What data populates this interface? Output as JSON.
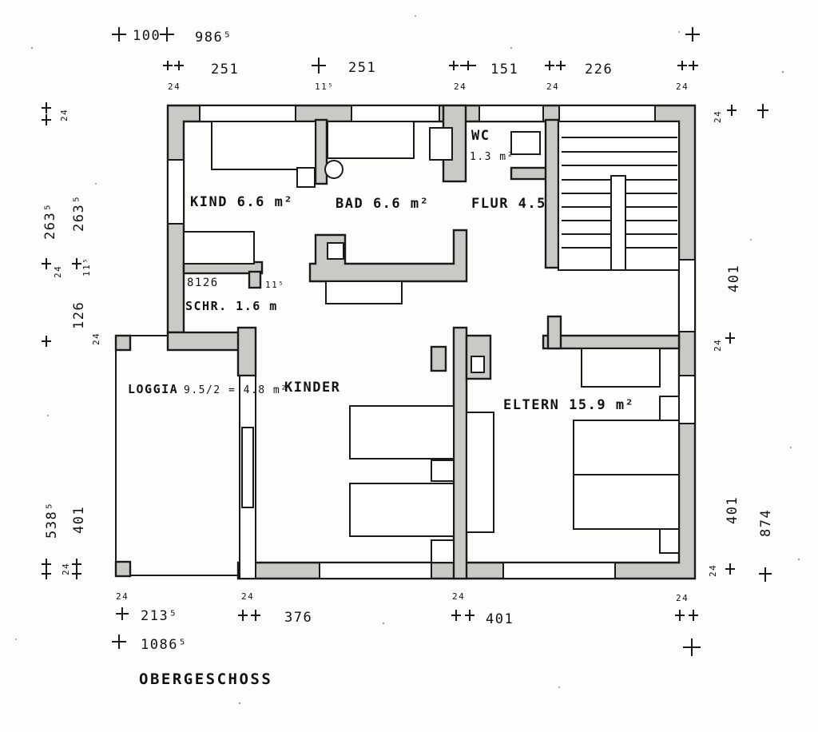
{
  "plan": {
    "title": "OBERGESCHOSS",
    "rooms": {
      "kind": "KIND 6.6 m²",
      "bad": "BAD 6.6 m²",
      "flur": "FLUR 4.5",
      "wc": "WC",
      "wc_area": "1.3 m²",
      "schr_code": "8126",
      "schr": "SCHR. 1.6 m",
      "loggia": "LOGGIA",
      "loggia_area": "9.5/2 = 4.8 m²",
      "kinder": "KINDER",
      "eltern": "ELTERN 15.9 m²"
    },
    "dims": {
      "top_100": "100",
      "top_total": "986⁵",
      "top_251a": "251",
      "top_251b": "251",
      "top_151": "151",
      "top_226": "226",
      "top_24a": "24",
      "top_115": "11⁵",
      "top_24b": "24",
      "top_24c": "24",
      "top_24d": "24",
      "left_24a": "24",
      "left_263": "263⁵",
      "left_263b": "263⁵",
      "left_24b": "24",
      "left_115": "11⁵",
      "left_126": "126",
      "left_24c": "24",
      "left_538": "538⁵",
      "left_401": "401",
      "left_24d": "24",
      "schr_115": "11⁵",
      "right_24a": "24",
      "right_401a": "401",
      "right_24b": "24",
      "right_401b": "401",
      "right_874": "874",
      "right_24c": "24",
      "bot_24a": "24",
      "bot_24b": "24",
      "bot_24c": "24",
      "bot_24d": "24",
      "bot_213": "213⁵",
      "bot_376": "376",
      "bot_401": "401",
      "bot_total": "1086⁵"
    }
  }
}
